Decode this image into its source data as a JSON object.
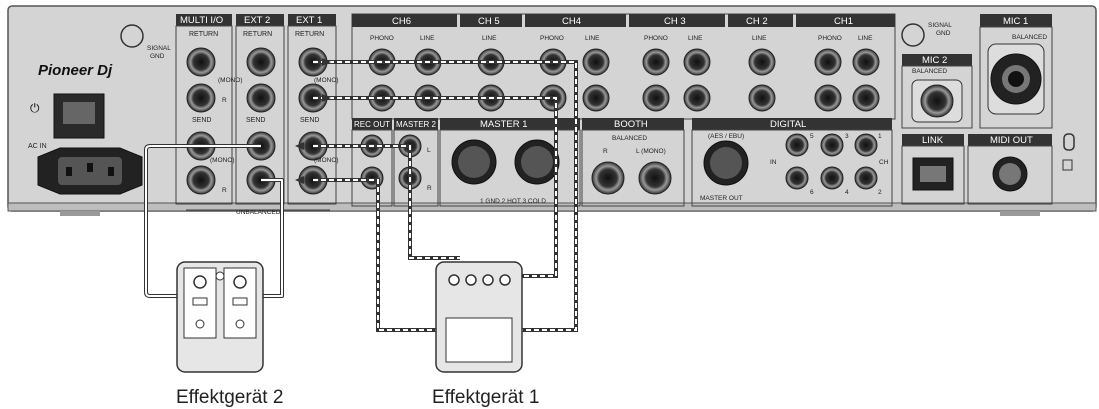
{
  "brand": "Pioneer Dj",
  "power_symbol": "⏻",
  "ac_in": "AC IN",
  "signal_gnd_left": [
    "SIGNAL",
    "GND"
  ],
  "signal_gnd_right": [
    "SIGNAL",
    "GND"
  ],
  "sections": {
    "multi_io": "MULTI I/O",
    "ext2": "EXT 2",
    "ext1": "EXT 1",
    "ch6": "CH6",
    "ch5": "CH 5",
    "ch4": "CH4",
    "ch3": "CH 3",
    "ch2": "CH 2",
    "ch1": "CH1",
    "mic1": "MIC 1",
    "mic2": "MIC 2",
    "rec_out": "REC OUT",
    "master2": "MASTER 2",
    "master1": "MASTER 1",
    "booth": "BOOTH",
    "digital": "DIGITAL",
    "link": "LINK",
    "midi_out": "MIDI OUT"
  },
  "labels": {
    "return": "RETURN",
    "send": "SEND",
    "phono": "PHONO",
    "line": "LINE",
    "balanced": "BALANCED",
    "unbalanced": "UNBALANCED",
    "l_mono": "(MONO)",
    "L": "L",
    "R": "R",
    "l_mono_booth": "L (MONO)",
    "master_out": "MASTER OUT",
    "aes_ebu": "(AES / EBU)",
    "in": "IN",
    "ch": "CH",
    "xlr_pins": "1 GND   2 HOT   3 COLD",
    "digital_nums": [
      "5",
      "3",
      "1",
      "6",
      "4",
      "2"
    ]
  },
  "devices": {
    "effect1": "Effektgerät 1",
    "effect2": "Effektgerät 2"
  }
}
